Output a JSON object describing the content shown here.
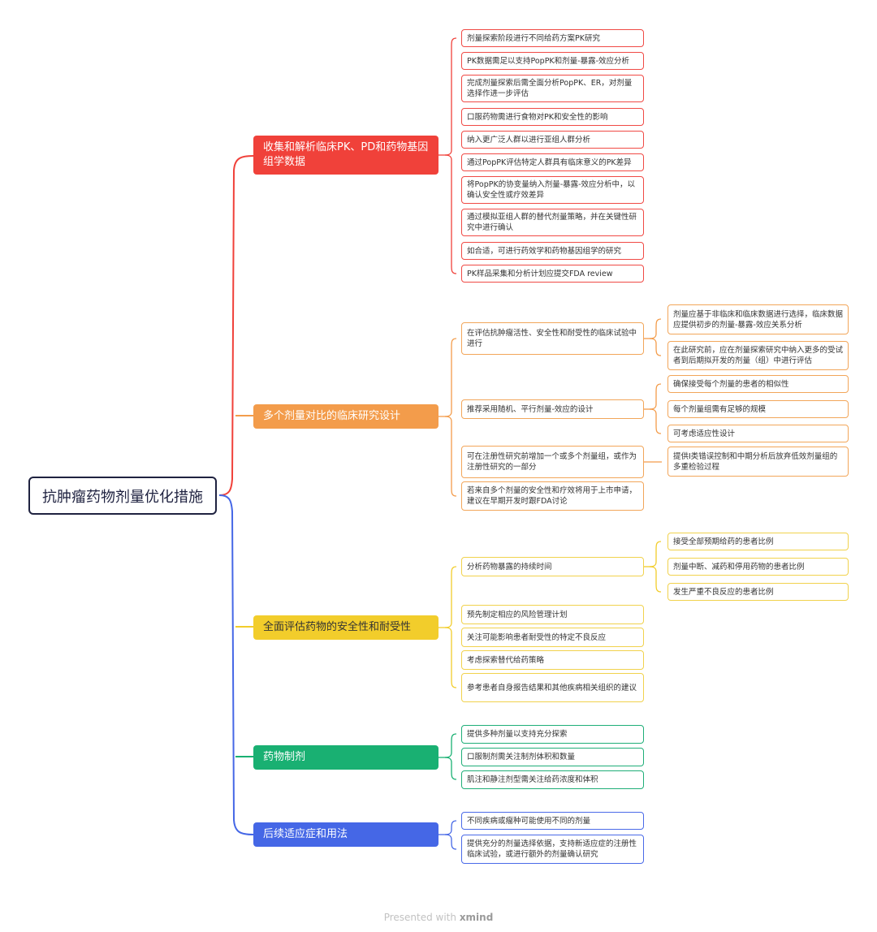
{
  "root": {
    "label": "抗肿瘤药物剂量优化措施"
  },
  "branches": [
    {
      "label": "收集和解析临床PK、PD和药物基因组学数据",
      "color": "#f0413a",
      "items": [
        "剂量探索阶段进行不同给药方案PK研究",
        "PK数据需足以支持PopPK和剂量-暴露-效应分析",
        "完成剂量探索后需全面分析PopPK、ER，对剂量选择作进一步评估",
        "口服药物需进行食物对PK和安全性的影响",
        "纳入更广泛人群以进行亚组人群分析",
        "通过PopPK评估特定人群具有临床意义的PK差异",
        "将PopPK的协变量纳入剂量-暴露-效应分析中，以确认安全性或疗效差异",
        "通过模拟亚组人群的替代剂量策略，并在关键性研究中进行确认",
        "如合适，可进行药效学和药物基因组学的研究",
        "PK样品采集和分析计划应提交FDA review"
      ]
    },
    {
      "label": "多个剂量对比的临床研究设计",
      "color": "#f39c4b",
      "items": [
        "在评估抗肿瘤活性、安全性和耐受性的临床试验中进行",
        "推荐采用随机、平行剂量-效应的设计",
        "可在注册性研究前增加一个或多个剂量组，或作为注册性研究的一部分",
        "若来自多个剂量的安全性和疗效将用于上市申请，建议在早期开发时跟FDA讨论"
      ],
      "subitems": [
        [
          "剂量应基于非临床和临床数据进行选择，临床数据应提供初步的剂量-暴露-效应关系分析",
          "在此研究前，应在剂量探索研究中纳入更多的受试者到后期拟开发的剂量（组）中进行评估"
        ],
        [
          "确保接受每个剂量的患者的相似性",
          "每个剂量组需有足够的规模",
          "可考虑适应性设计"
        ],
        [
          "提供I类错误控制和中期分析后放弃低效剂量组的多重检验过程"
        ]
      ]
    },
    {
      "label": "全面评估药物的安全性和耐受性",
      "color": "#f2cd2b",
      "items": [
        "分析药物暴露的持续时间",
        "预先制定相应的风险管理计划",
        "关注可能影响患者耐受性的特定不良反应",
        "考虑探索替代给药策略",
        "参考患者自身报告结果和其他疾病相关组织的建议"
      ],
      "subitems": [
        [
          "接受全部预期给药的患者比例",
          "剂量中断、减药和停用药物的患者比例",
          "发生严重不良反应的患者比例"
        ]
      ]
    },
    {
      "label": "药物制剂",
      "color": "#19b072",
      "items": [
        "提供多种剂量以支持充分探索",
        "口服制剂需关注制剂体积和数量",
        "肌注和静注剂型需关注给药浓度和体积"
      ]
    },
    {
      "label": "后续适应症和用法",
      "color": "#4567e6",
      "items": [
        "不同疾病或瘤种可能使用不同的剂量",
        "提供充分的剂量选择依据，支持新适应症的注册性临床试验，或进行额外的剂量确认研究"
      ]
    }
  ],
  "footer": {
    "prefix": "Presented with ",
    "brand": "xmind"
  }
}
